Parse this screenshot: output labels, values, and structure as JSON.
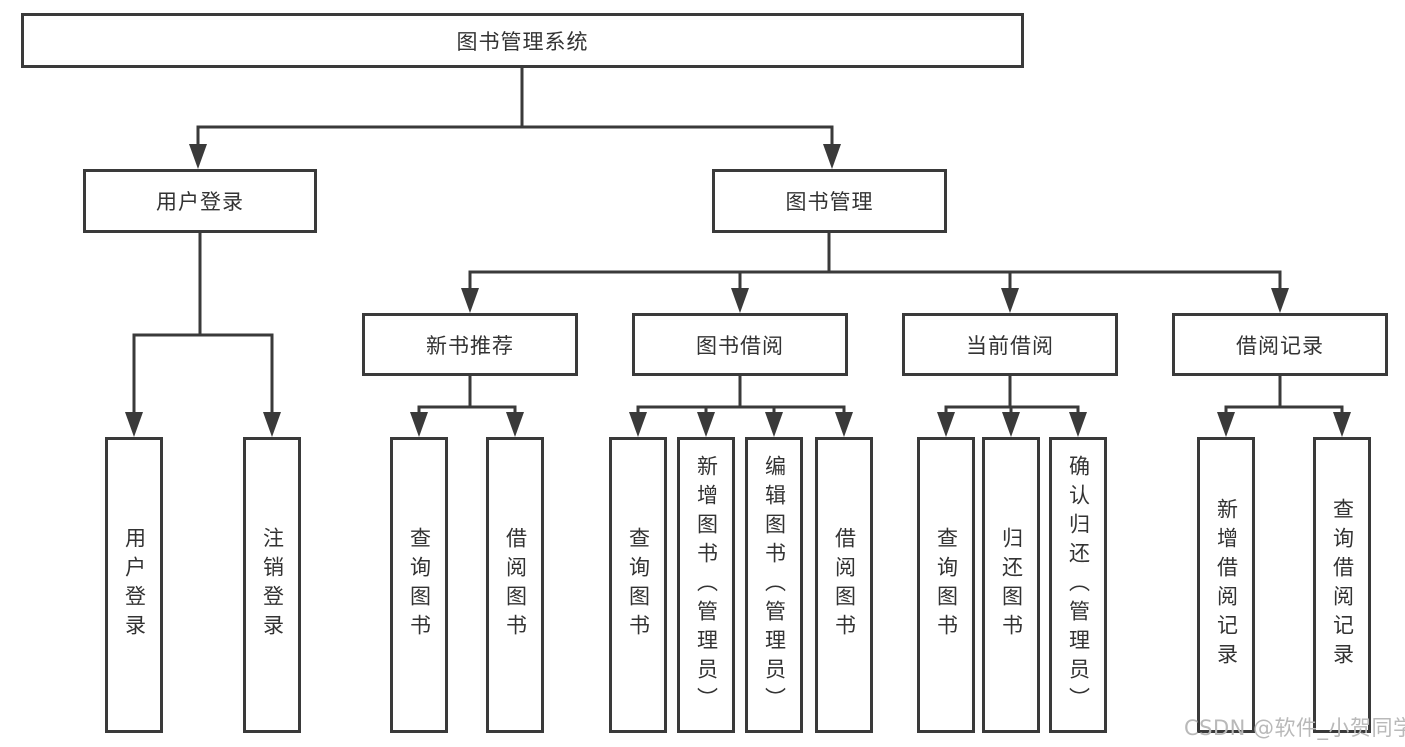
{
  "nodes": {
    "root": "图书管理系统",
    "user_login": "用户登录",
    "book_management": "图书管理",
    "new_book_recommend": "新书推荐",
    "book_borrow": "图书借阅",
    "current_borrow": "当前借阅",
    "borrow_records": "借阅记录"
  },
  "leaves": {
    "user_login": "用户登录",
    "logout": "注销登录",
    "recommend_query_books": "查询图书",
    "recommend_borrow_books": "借阅图书",
    "borrow_query_books": "查询图书",
    "borrow_add_books": "新增图书（管理员）",
    "borrow_edit_books": "编辑图书（管理员）",
    "borrow_borrow_books": "借阅图书",
    "current_query_books": "查询图书",
    "current_return_books": "归还图书",
    "current_confirm_return": "确认归还（管理员）",
    "records_add": "新增借阅记录",
    "records_query": "查询借阅记录"
  },
  "watermark": "CSDN @软件_小贺同学",
  "colors": {
    "line": "#3a3a3a",
    "text": "#333333",
    "background": "#ffffff",
    "watermark": "#b9b9b9"
  }
}
